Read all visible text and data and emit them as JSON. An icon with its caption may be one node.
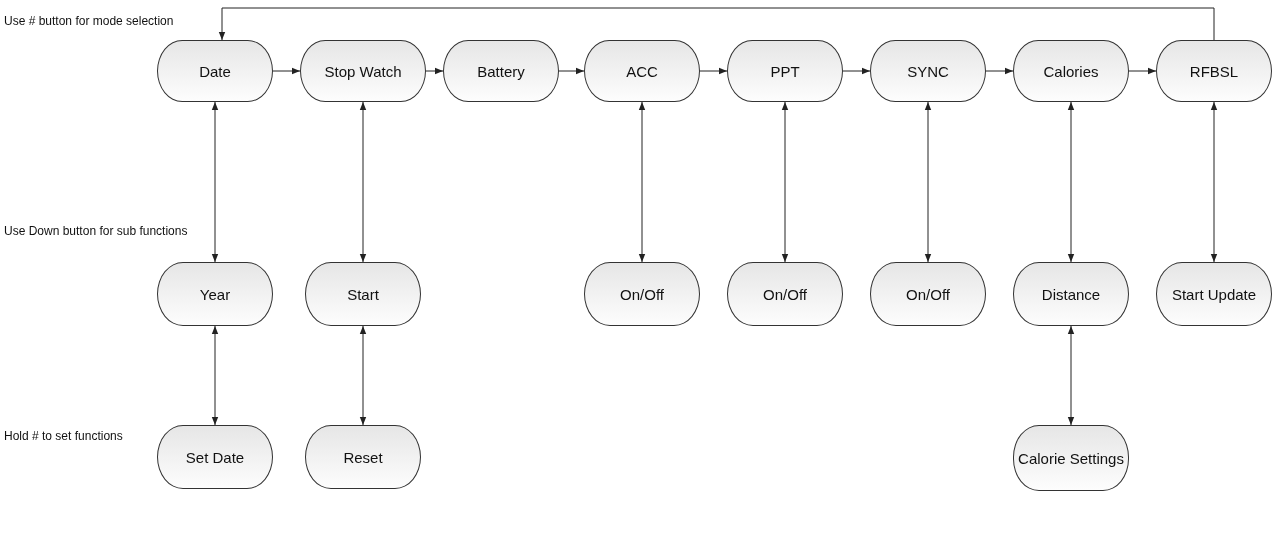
{
  "diagram": {
    "nodes": [
      {
        "text": [
          "Date"
        ]
      },
      {
        "text": [
          "Stop Watch"
        ]
      },
      {
        "text": [
          "Battery"
        ]
      },
      {
        "text": [
          "ACC"
        ]
      },
      {
        "text": [
          "PPT"
        ]
      },
      {
        "text": [
          "SYNC"
        ]
      },
      {
        "text": [
          "Calories"
        ]
      },
      {
        "text": [
          "RFBSL"
        ]
      },
      {
        "text": [
          "Year"
        ]
      },
      {
        "text": [
          "Start"
        ]
      },
      {
        "text": [
          "On/Off"
        ]
      },
      {
        "text": [
          "On/Off"
        ]
      },
      {
        "text": [
          "On/Off"
        ]
      },
      {
        "text": [
          "Distance"
        ]
      },
      {
        "text": [
          "Start Update"
        ]
      },
      {
        "text": [
          "Set Date"
        ]
      },
      {
        "text": [
          "Reset"
        ]
      },
      {
        "text": [
          "Calorie Settings"
        ]
      }
    ],
    "edges": [
      {
        "from": 0,
        "to": 1,
        "arrow": "to"
      },
      {
        "from": 1,
        "to": 2,
        "arrow": "to"
      },
      {
        "from": 2,
        "to": 3,
        "arrow": "to"
      },
      {
        "from": 3,
        "to": 4,
        "arrow": "to"
      },
      {
        "from": 4,
        "to": 5,
        "arrow": "to"
      },
      {
        "from": 5,
        "to": 6,
        "arrow": "to"
      },
      {
        "from": 6,
        "to": 7,
        "arrow": "to"
      },
      {
        "from": 7,
        "to": 0,
        "arrow": "to"
      },
      {
        "from": 0,
        "to": 8,
        "arrow": "both"
      },
      {
        "from": 1,
        "to": 9,
        "arrow": "both"
      },
      {
        "from": 3,
        "to": 10,
        "arrow": "both"
      },
      {
        "from": 4,
        "to": 11,
        "arrow": "both"
      },
      {
        "from": 5,
        "to": 12,
        "arrow": "both"
      },
      {
        "from": 6,
        "to": 13,
        "arrow": "both"
      },
      {
        "from": 7,
        "to": 14,
        "arrow": "both"
      },
      {
        "from": 8,
        "to": 15,
        "arrow": "both"
      },
      {
        "from": 9,
        "to": 16,
        "arrow": "both"
      },
      {
        "from": 13,
        "to": 17,
        "arrow": "both"
      }
    ],
    "labels": [
      "Use # button for mode selection",
      "Use Down button for sub functions",
      "Hold # to set functions"
    ]
  }
}
